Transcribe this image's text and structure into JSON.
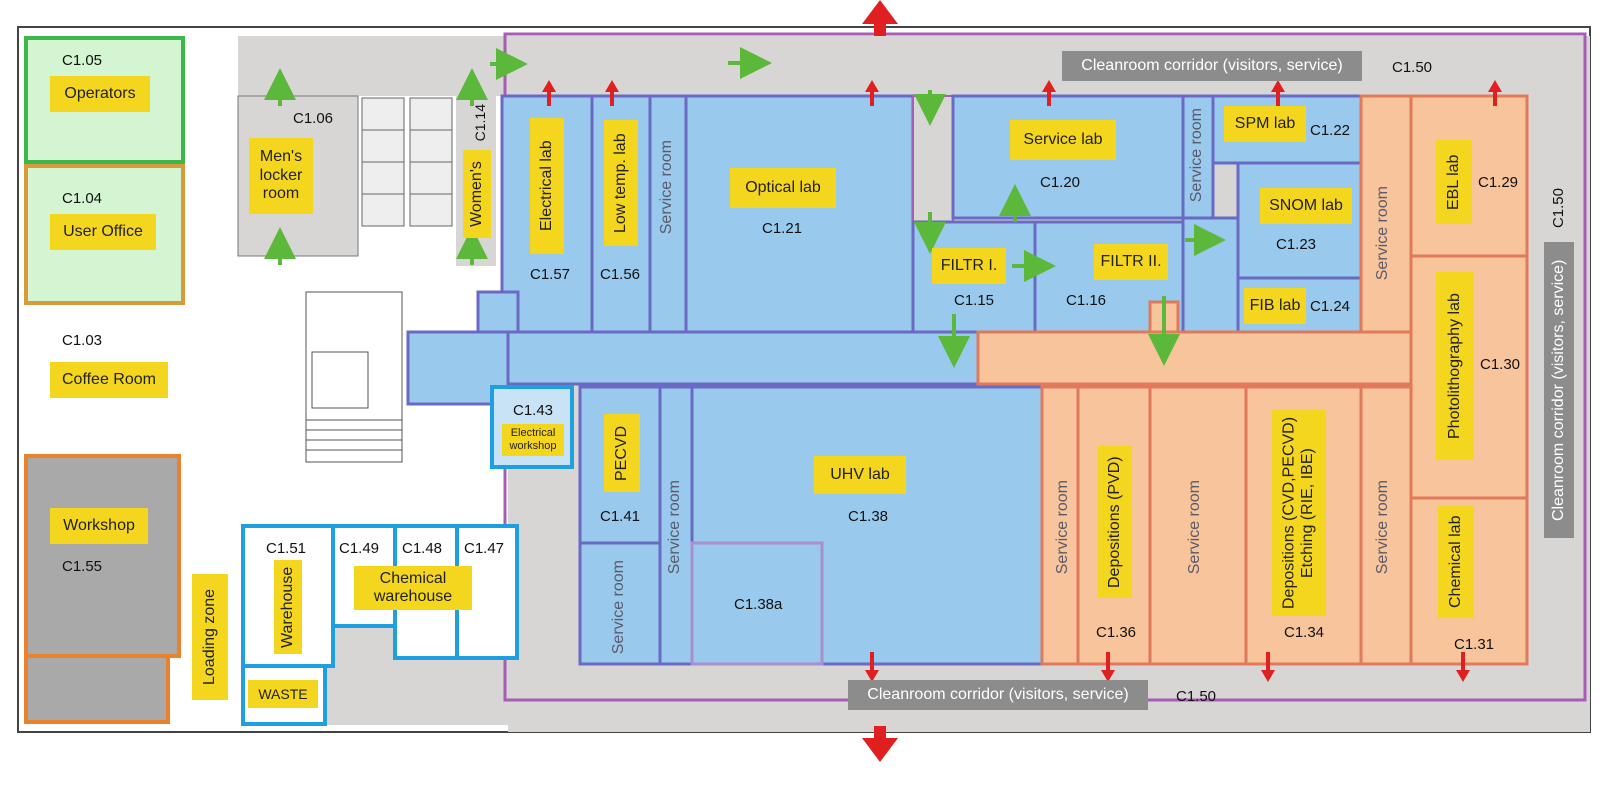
{
  "rooms": {
    "c105": {
      "number": "C1.05",
      "name": "Operators"
    },
    "c104": {
      "number": "C1.04",
      "name": "User Office"
    },
    "c103": {
      "number": "C1.03",
      "name": "Coffee Room"
    },
    "c106": {
      "number": "C1.06",
      "name": "Men's locker room"
    },
    "c114": {
      "number": "C1.14",
      "name": "Women's"
    },
    "c157": {
      "number": "C1.57",
      "name": "Electrical lab"
    },
    "c156": {
      "number": "C1.56",
      "name": "Low temp. lab"
    },
    "c121": {
      "number": "C1.21",
      "name": "Optical lab"
    },
    "c120": {
      "number": "C1.20",
      "name": "Service lab"
    },
    "c122": {
      "number": "C1.22",
      "name": "SPM lab"
    },
    "c123": {
      "number": "C1.23",
      "name": "SNOM lab"
    },
    "c124": {
      "number": "C1.24",
      "name": "FIB lab"
    },
    "c129": {
      "number": "C1.29",
      "name": "EBL lab"
    },
    "c130": {
      "number": "C1.30",
      "name": "Photolithography  lab"
    },
    "c131": {
      "number": "C1.31",
      "name": "Chemical lab"
    },
    "c115": {
      "number": "C1.15",
      "name": "FILTR I."
    },
    "c116": {
      "number": "C1.16",
      "name": "FILTR II."
    },
    "c143": {
      "number": "C1.43",
      "name": "Electrical workshop"
    },
    "c141": {
      "number": "C1.41",
      "name": "PECVD"
    },
    "c138": {
      "number": "C1.38",
      "name": "UHV lab"
    },
    "c138a": {
      "number": "C1.38a"
    },
    "c136": {
      "number": "C1.36",
      "name": "Depositions (PVD)"
    },
    "c134": {
      "number": "C1.34",
      "name": "Depositions (CVD,PECVD) Etching (RIE, IBE)"
    },
    "c155": {
      "number": "C1.55",
      "name": "Workshop"
    },
    "c151": {
      "number": "C1.51",
      "name": "Warehouse"
    },
    "c149": {
      "number": "C1.49"
    },
    "c148": {
      "number": "C1.48",
      "name": "Chemical warehouse"
    },
    "c147": {
      "number": "C1.47"
    },
    "waste": {
      "name": "WASTE"
    },
    "loading": {
      "name": "Loading zone"
    }
  },
  "service_room_label": "Service room",
  "corridors": {
    "top": "Cleanroom corridor (visitors, service)",
    "bottom": "Cleanroom corridor (visitors, service)",
    "right": "Cleanroom corridor (visitors, service)",
    "number": "C1.50"
  },
  "legend_colors": {
    "lab_blue": "#99c9ec",
    "cleanroom_orange": "#f8c49b",
    "office_green": "#d3f5d2",
    "corridor_gray": "#d8d5d5",
    "workshop_gray": "#a9a9a9",
    "label_yellow": "#f5d61e",
    "exit_arrow_red": "#e02020",
    "airflow_arrow_green": "#5cb83a"
  }
}
